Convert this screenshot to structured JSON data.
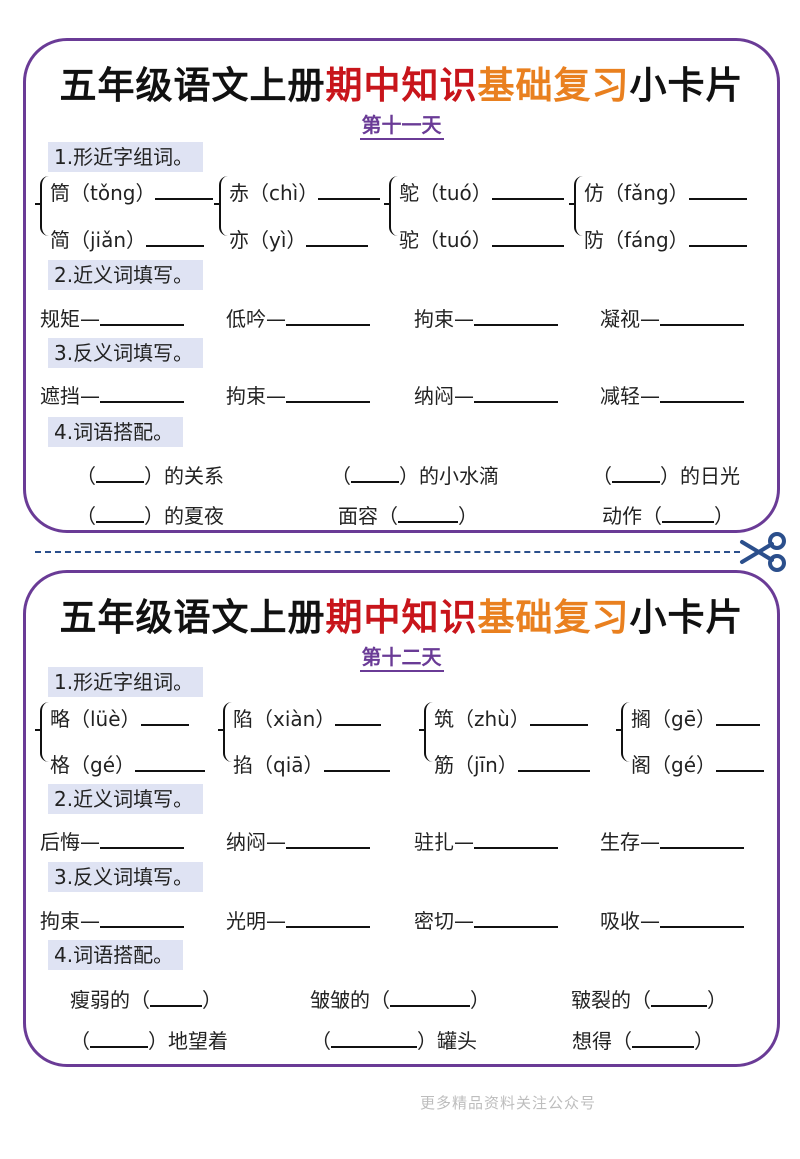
{
  "cards": [
    {
      "title": {
        "part1": "五年级语文上册",
        "part2": "期中知识",
        "part3": "基础复习",
        "part4": "小卡片"
      },
      "day": "第十一天",
      "sec1": "1.形近字组词。",
      "groups": [
        {
          "top": "筒（tǒng）",
          "bottom": "简（jiǎn）"
        },
        {
          "top": "赤（chì）",
          "bottom": "亦（yì）"
        },
        {
          "top": "鸵（tuó）",
          "bottom": "驼（tuó）"
        },
        {
          "top": "仿（fǎng）",
          "bottom": "防（fáng）"
        }
      ],
      "sec2": "2.近义词填写。",
      "synonyms": [
        "规矩—",
        "低吟—",
        "拘束—",
        "凝视—"
      ],
      "sec3": "3.反义词填写。",
      "antonyms": [
        "遮挡—",
        "拘束—",
        "纳闷—",
        "减轻—"
      ],
      "sec4": "4.词语搭配。",
      "match": [
        {
          "pre": "（",
          "post": "）的关系"
        },
        {
          "pre": "（",
          "post": "）的小水滴"
        },
        {
          "pre": "（",
          "post": "）的日光"
        },
        {
          "pre": "（",
          "post": "）的夏夜"
        },
        {
          "pre": "面容（",
          "post": "）"
        },
        {
          "pre": "动作（",
          "post": "）"
        }
      ]
    },
    {
      "title": {
        "part1": "五年级语文上册",
        "part2": "期中知识",
        "part3": "基础复习",
        "part4": "小卡片"
      },
      "day": "第十二天",
      "sec1": "1.形近字组词。",
      "groups": [
        {
          "top": "略（lüè）",
          "bottom": "格（gé）"
        },
        {
          "top": "陷（xiàn）",
          "bottom": "掐（qiā）"
        },
        {
          "top": "筑（zhù）",
          "bottom": "筋（jīn）"
        },
        {
          "top": "搁（gē）",
          "bottom": "阁（gé）"
        }
      ],
      "sec2": "2.近义词填写。",
      "synonyms": [
        "后悔—",
        "纳闷—",
        "驻扎—",
        "生存—"
      ],
      "sec3": "3.反义词填写。",
      "antonyms": [
        "拘束—",
        "光明—",
        "密切—",
        "吸收—"
      ],
      "sec4": "4.词语搭配。",
      "match": [
        {
          "pre": "瘦弱的（",
          "post": "）"
        },
        {
          "pre": "皱皱的（",
          "post": "）"
        },
        {
          "pre": "皲裂的（",
          "post": "）"
        },
        {
          "pre": "（",
          "post": "）地望着"
        },
        {
          "pre": "（",
          "post": "）罐头"
        },
        {
          "pre": "想得（",
          "post": "）"
        }
      ]
    }
  ],
  "footer": "更多精品资料关注公众号"
}
